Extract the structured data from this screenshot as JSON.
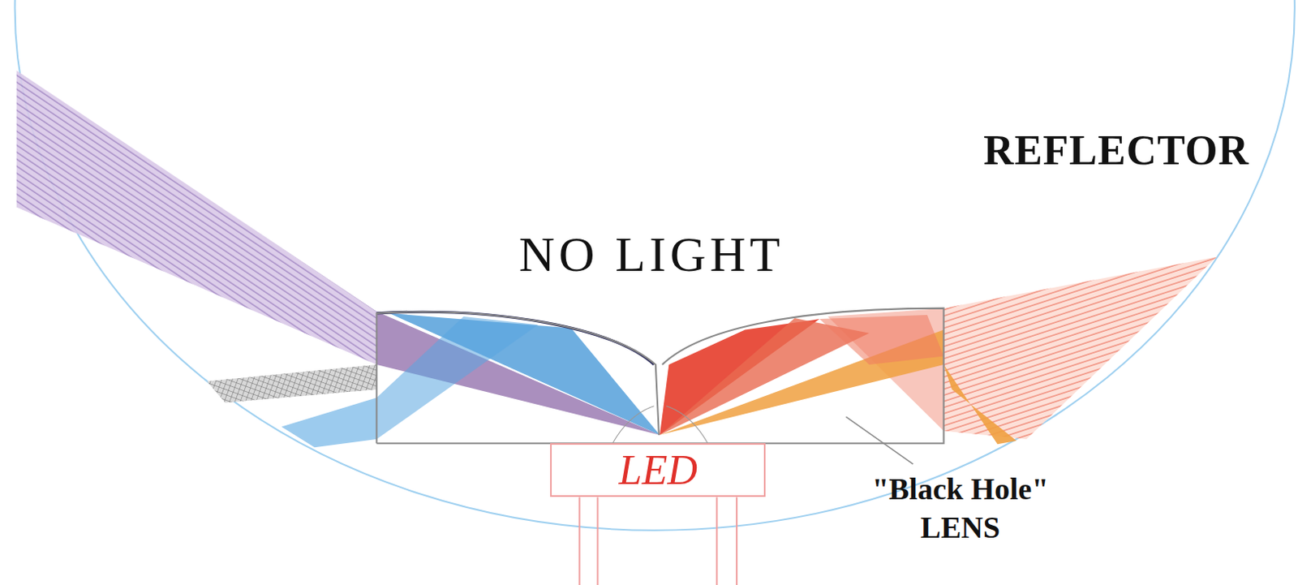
{
  "diagram": {
    "nodes": [
      {
        "text": [
          "LED"
        ]
      }
    ],
    "labels": [
      "NO LIGHT",
      "REFLECTOR",
      "\"Black Hole\" LENS"
    ]
  }
}
